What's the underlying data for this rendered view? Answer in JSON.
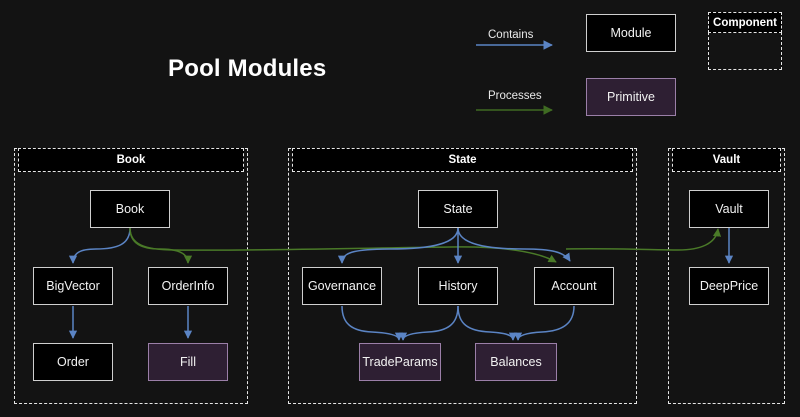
{
  "diagram": {
    "title": "Pool Modules",
    "background_color": "#131313",
    "edge_colors": {
      "contains": "#5b84c4",
      "processes": "#3f6b22"
    },
    "node_colors": {
      "module_fill": "#000000",
      "module_border": "#cfcfcf",
      "primitive_fill": "#2e1f33",
      "primitive_border": "#9b7fa8",
      "component_border": "#e6e6e6"
    }
  },
  "legend": {
    "contains_label": "Contains",
    "processes_label": "Processes",
    "module_label": "Module",
    "primitive_label": "Primitive",
    "component_label": "Component"
  },
  "panels": [
    {
      "id": "book",
      "label": "Book"
    },
    {
      "id": "state",
      "label": "State"
    },
    {
      "id": "vault",
      "label": "Vault"
    }
  ],
  "nodes": [
    {
      "id": "book",
      "label": "Book",
      "type": "module",
      "panel": "book"
    },
    {
      "id": "bigvector",
      "label": "BigVector",
      "type": "module",
      "panel": "book"
    },
    {
      "id": "orderinfo",
      "label": "OrderInfo",
      "type": "module",
      "panel": "book"
    },
    {
      "id": "order",
      "label": "Order",
      "type": "module",
      "panel": "book"
    },
    {
      "id": "fill",
      "label": "Fill",
      "type": "primitive",
      "panel": "book"
    },
    {
      "id": "state",
      "label": "State",
      "type": "module",
      "panel": "state"
    },
    {
      "id": "governance",
      "label": "Governance",
      "type": "module",
      "panel": "state"
    },
    {
      "id": "history",
      "label": "History",
      "type": "module",
      "panel": "state"
    },
    {
      "id": "account",
      "label": "Account",
      "type": "module",
      "panel": "state"
    },
    {
      "id": "tradeparams",
      "label": "TradeParams",
      "type": "primitive",
      "panel": "state"
    },
    {
      "id": "balances",
      "label": "Balances",
      "type": "primitive",
      "panel": "state"
    },
    {
      "id": "vault",
      "label": "Vault",
      "type": "module",
      "panel": "vault"
    },
    {
      "id": "deepprice",
      "label": "DeepPrice",
      "type": "module",
      "panel": "vault"
    }
  ],
  "edges": [
    {
      "from": "book",
      "to": "bigvector",
      "kind": "contains"
    },
    {
      "from": "book",
      "to": "orderinfo",
      "kind": "processes"
    },
    {
      "from": "bigvector",
      "to": "order",
      "kind": "contains"
    },
    {
      "from": "orderinfo",
      "to": "fill",
      "kind": "contains"
    },
    {
      "from": "state",
      "to": "governance",
      "kind": "contains"
    },
    {
      "from": "state",
      "to": "history",
      "kind": "contains"
    },
    {
      "from": "state",
      "to": "account",
      "kind": "contains"
    },
    {
      "from": "book",
      "to": "account",
      "kind": "processes"
    },
    {
      "from": "governance",
      "to": "tradeparams",
      "kind": "contains"
    },
    {
      "from": "history",
      "to": "tradeparams",
      "kind": "contains"
    },
    {
      "from": "history",
      "to": "balances",
      "kind": "contains"
    },
    {
      "from": "account",
      "to": "balances",
      "kind": "contains"
    },
    {
      "from": "book",
      "to": "vault",
      "kind": "processes"
    },
    {
      "from": "vault",
      "to": "deepprice",
      "kind": "contains"
    }
  ]
}
